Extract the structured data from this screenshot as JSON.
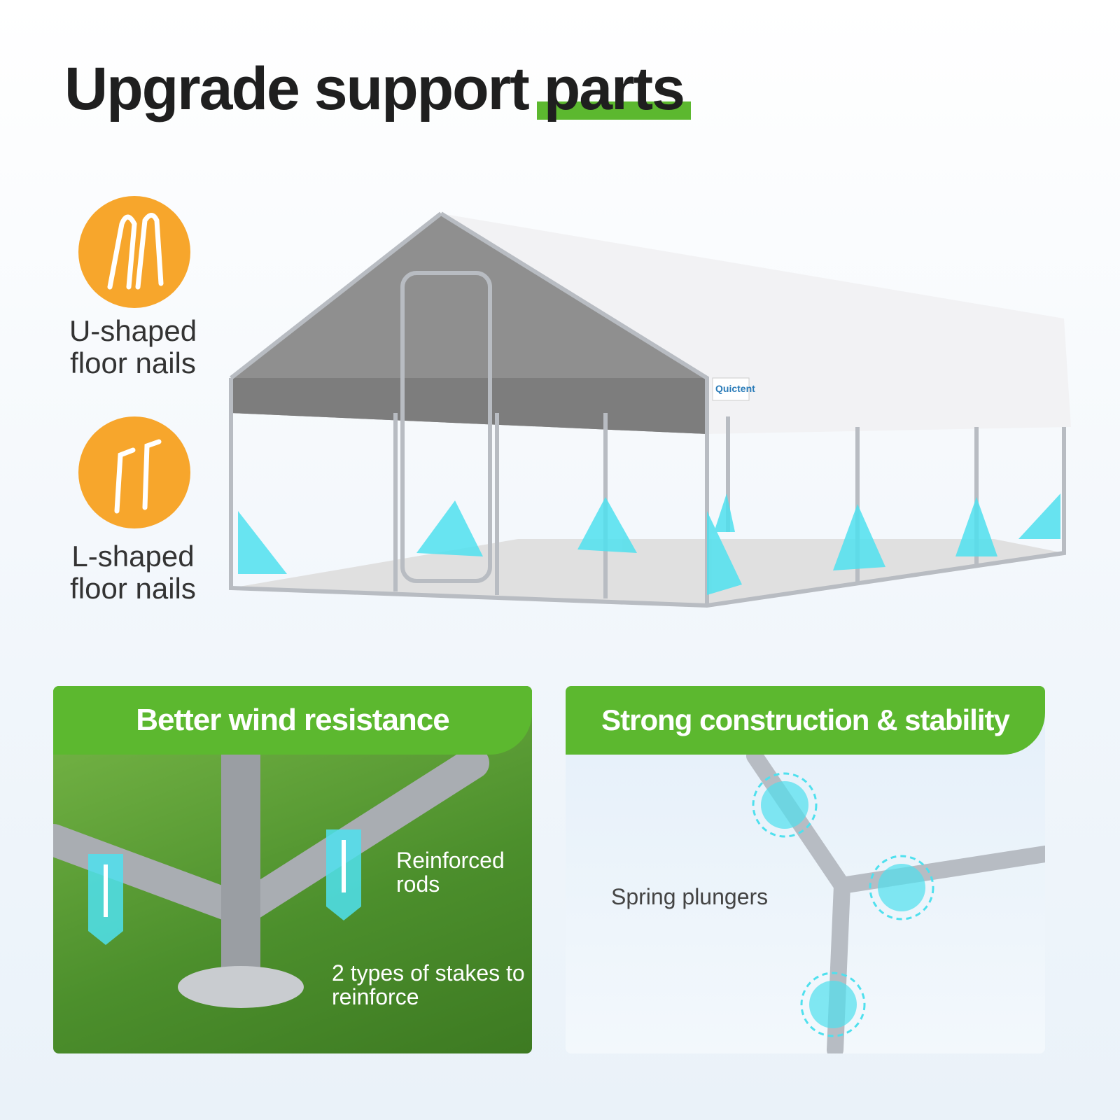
{
  "title": {
    "main": "Upgrade support ",
    "highlight": "parts"
  },
  "nails": [
    {
      "label_line1": "U-shaped",
      "label_line2": "floor nails",
      "icon": "u-nail-icon"
    },
    {
      "label_line1": "L-shaped",
      "label_line2": "floor nails",
      "icon": "l-nail-icon"
    }
  ],
  "product": {
    "brand": "Quictent"
  },
  "panels": {
    "left": {
      "title": "Better wind resistance",
      "caption1": "Reinforced rods",
      "caption2": "2 types of stakes to reinforce"
    },
    "right": {
      "title": "Strong construction & stability",
      "caption": "Spring plungers"
    }
  },
  "colors": {
    "accent": "#5cb82f",
    "orange": "#f7a62c",
    "cyan": "#4fe0ee"
  }
}
